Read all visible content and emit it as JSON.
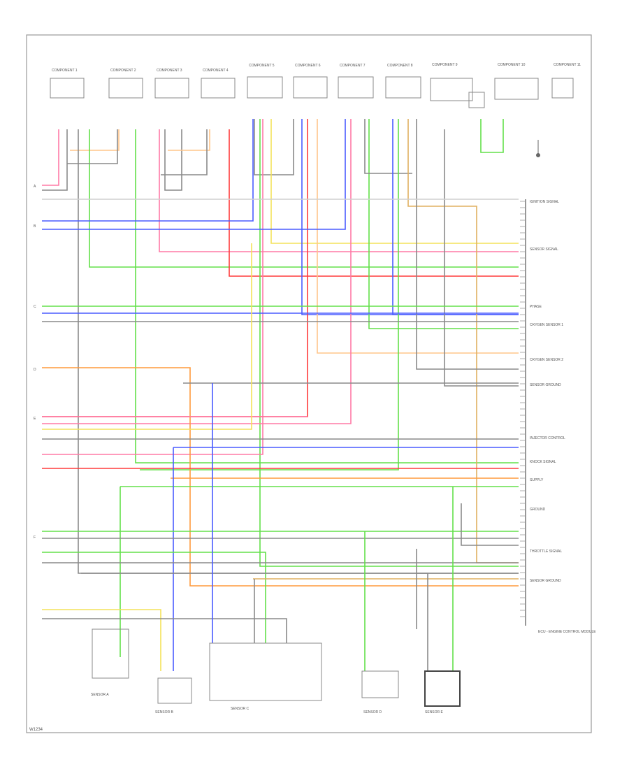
{
  "diagram": {
    "footer_code": "W1234",
    "colors": {
      "pink": "#ff7aa6",
      "red": "#ff3b3b",
      "orange": "#ff9a3c",
      "light_orange": "#ffc58a",
      "yellow": "#f4e25a",
      "green": "#63e04a",
      "blue": "#4a5cff",
      "gray": "#8a8a8a",
      "dark": "#555555",
      "light_gray": "#cfcfcf",
      "tan": "#e0b060"
    },
    "ecu": {
      "name": "ECU - ENGINE CONTROL MODULE",
      "pin_labels": [
        "IGNITION SIGNAL",
        "SENSOR SIGNAL",
        "PHASE",
        "OXYGEN SENSOR 1",
        "OXYGEN SENSOR 2",
        "SENSOR GROUND",
        "INJECTOR CONTROL",
        "KNOCK SIGNAL",
        "SUPPLY",
        "GROUND",
        "THROTTLE SIGNAL",
        "SENSOR GROUND"
      ]
    },
    "top_components": [
      {
        "label": "COMPONENT 1",
        "pins": 3
      },
      {
        "label": "COMPONENT 2",
        "pins": 3
      },
      {
        "label": "COMPONENT 3",
        "pins": 3
      },
      {
        "label": "COMPONENT 4",
        "pins": 3
      },
      {
        "label": "COMPONENT 5",
        "pins": 4
      },
      {
        "label": "COMPONENT 6",
        "pins": 4
      },
      {
        "label": "COMPONENT 7",
        "pins": 4
      },
      {
        "label": "COMPONENT 8",
        "pins": 4
      },
      {
        "label": "COMPONENT 9",
        "pins": 2
      },
      {
        "label": "COMPONENT 10",
        "pins": 3
      },
      {
        "label": "COMPONENT 11",
        "pins": 2
      }
    ],
    "bottom_components": [
      {
        "label": "SENSOR A"
      },
      {
        "label": "SENSOR B"
      },
      {
        "label": "SENSOR C"
      },
      {
        "label": "SENSOR D"
      },
      {
        "label": "SENSOR E"
      }
    ],
    "left_wire_labels": [
      "A",
      "B",
      "C",
      "D",
      "E",
      "F"
    ]
  }
}
